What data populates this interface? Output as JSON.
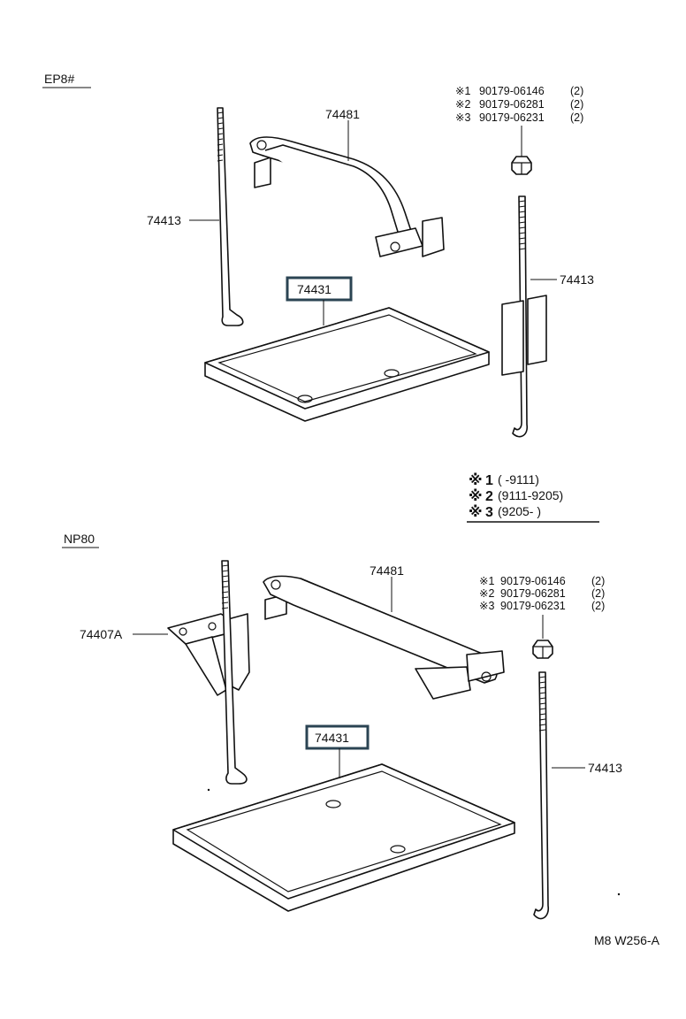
{
  "sections": {
    "top_label": "EP8#",
    "bottom_label": "NP80"
  },
  "top_specs": [
    {
      "mark": "※1",
      "part": "90179-06146",
      "qty": "(2)"
    },
    {
      "mark": "※2",
      "part": "90179-06281",
      "qty": "(2)"
    },
    {
      "mark": "※3",
      "part": "90179-06231",
      "qty": "(2)"
    }
  ],
  "bottom_specs": [
    {
      "mark": "※1",
      "part": "90179-06146",
      "qty": "(2)"
    },
    {
      "mark": "※2",
      "part": "90179-06281",
      "qty": "(2)"
    },
    {
      "mark": "※3",
      "part": "90179-06231",
      "qty": "(2)"
    }
  ],
  "legend": [
    {
      "mark": "※",
      "num": "1",
      "range": "(        -9111)"
    },
    {
      "mark": "※",
      "num": "2",
      "range": "(9111-9205)"
    },
    {
      "mark": "※",
      "num": "3",
      "range": "(9205-        )"
    }
  ],
  "callouts": {
    "top_clamp": "74481",
    "top_rod_left": "74413",
    "top_rod_right": "74413",
    "top_tray": "74431",
    "bottom_clamp": "74481",
    "bottom_bracket": "74407A",
    "bottom_rod": "74413",
    "bottom_tray": "74431"
  },
  "footer": "M8 W256-A",
  "colors": {
    "ink": "#111111",
    "highlight_box": "#2b4453",
    "background": "#ffffff"
  }
}
